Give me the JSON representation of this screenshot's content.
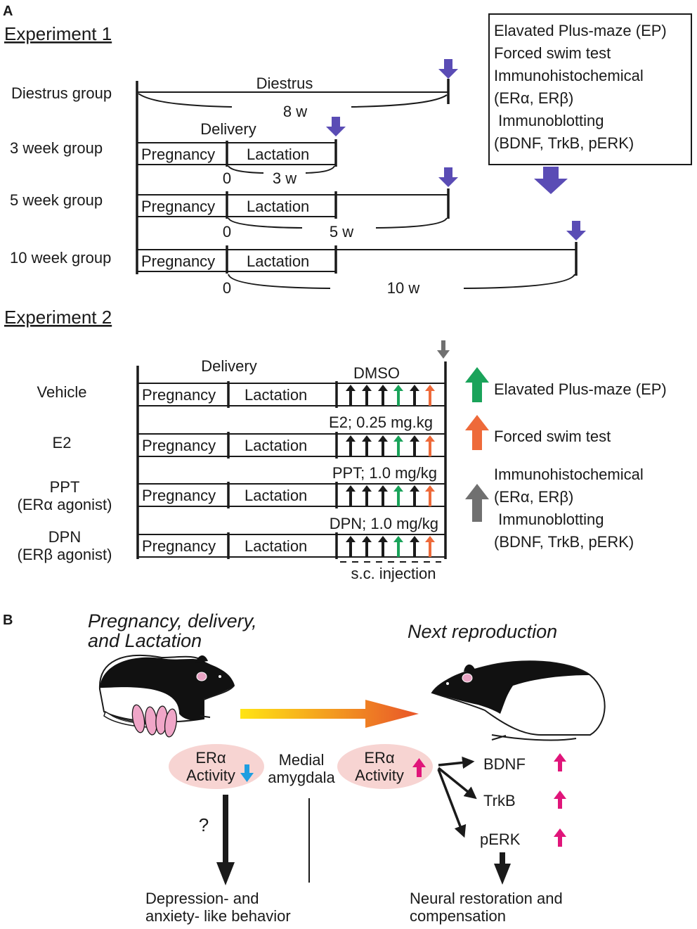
{
  "panel_a": {
    "label": "A",
    "exp1": {
      "title": "Experiment 1",
      "groups": [
        "Diestrus group",
        "3 week group",
        "5 week group",
        "10 week group"
      ],
      "diestrus": "Diestrus",
      "delivery": "Delivery",
      "pregnancy": "Pregnancy",
      "lactation": "Lactation",
      "zero": "0",
      "dur": [
        "8 w",
        "3 w",
        "5 w",
        "10 w"
      ],
      "box_lines": [
        "Elavated Plus-maze (EP)",
        "Forced swim test",
        "Immunohistochemical",
        "(ERα, ERβ)",
        " Immunoblotting",
        "(BDNF, TrkB, pERK)"
      ],
      "arrow_color": "#5a4cb5"
    },
    "exp2": {
      "title": "Experiment 2",
      "groups": [
        "Vehicle",
        "E2",
        "PPT",
        "(ERα agonist)",
        "DPN",
        "(ERβ agonist)"
      ],
      "delivery": "Delivery",
      "pregnancy": "Pregnancy",
      "lactation": "Lactation",
      "treatments": [
        "DMSO",
        "E2; 0.25 mg.kg",
        "PPT; 1.0 mg/kg",
        "DPN; 1.0 mg/kg"
      ],
      "injection": "s.c. injection",
      "legend": {
        "ep": "Elavated Plus-maze (EP)",
        "fst": "Forced swim test",
        "other": [
          "Immunohistochemical",
          "(ERα, ERβ)",
          " Immunoblotting",
          "(BDNF, TrkB, pERK)"
        ]
      },
      "colors": {
        "black": "#1a1a1a",
        "green": "#1aa35a",
        "orange": "#ee6a3a",
        "gray": "#707070"
      }
    }
  },
  "panel_b": {
    "label": "B",
    "left_title": [
      "Pregnancy, delivery,",
      "and Lactation"
    ],
    "right_title": "Next reproduction",
    "era_left": [
      "ERα",
      "Activity"
    ],
    "era_right": [
      "ERα",
      "Activity"
    ],
    "medial": [
      "Medial",
      "amygdala"
    ],
    "question": "?",
    "outcome_left": [
      "Depression- and",
      "anxiety- like behavior"
    ],
    "markers": [
      "BDNF",
      "TrkB",
      "pERK"
    ],
    "outcome_right": [
      "Neural restoration and",
      "compensation"
    ],
    "colors": {
      "down": "#1e9ee0",
      "up": "#e0157a",
      "ellipse": "#f7d4d2"
    }
  }
}
